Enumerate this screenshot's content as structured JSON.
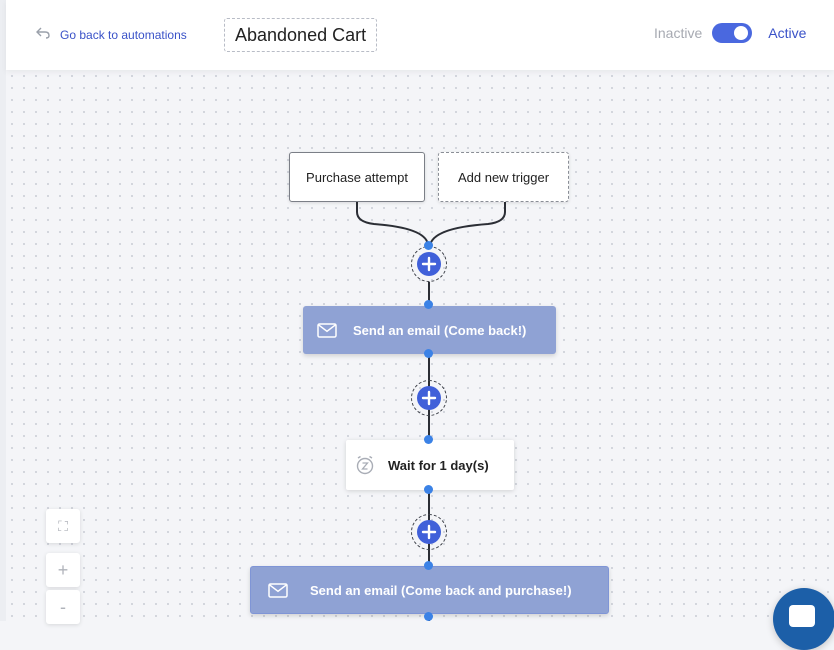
{
  "header": {
    "back_label": "Go back to automations",
    "title": "Abandoned Cart",
    "status_inactive": "Inactive",
    "status_active": "Active",
    "active_toggle_on": true
  },
  "triggers": [
    {
      "label": "Purchase attempt"
    },
    {
      "label": "Add new trigger"
    }
  ],
  "steps": [
    {
      "type": "email",
      "label": "Send an email (Come back!)",
      "icon": "envelope-icon"
    },
    {
      "type": "wait",
      "label": "Wait for 1 day(s)",
      "icon": "snooze-clock-icon"
    },
    {
      "type": "email",
      "label": "Send an email (Come back and purchase!)",
      "icon": "envelope-icon"
    }
  ],
  "zoom_controls": {
    "fit": "⛶",
    "zoom_in": "+",
    "zoom_out": "-"
  },
  "colors": {
    "accent": "#4060d9",
    "email_node": "#8fa2d4",
    "link_text": "#3a52c8",
    "connector_dot": "#3b82e6"
  }
}
